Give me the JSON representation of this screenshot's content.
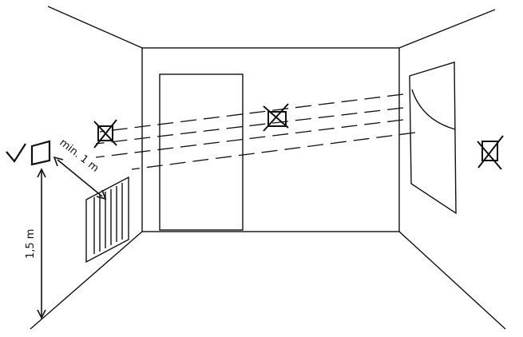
{
  "labels": {
    "min_distance": "min. 1 m",
    "mount_height": "1,5 m"
  },
  "markers": {
    "correct": "check-mark",
    "incorrect": "crossed-box"
  },
  "colors": {
    "line": "#111111",
    "background": "#ffffff"
  }
}
